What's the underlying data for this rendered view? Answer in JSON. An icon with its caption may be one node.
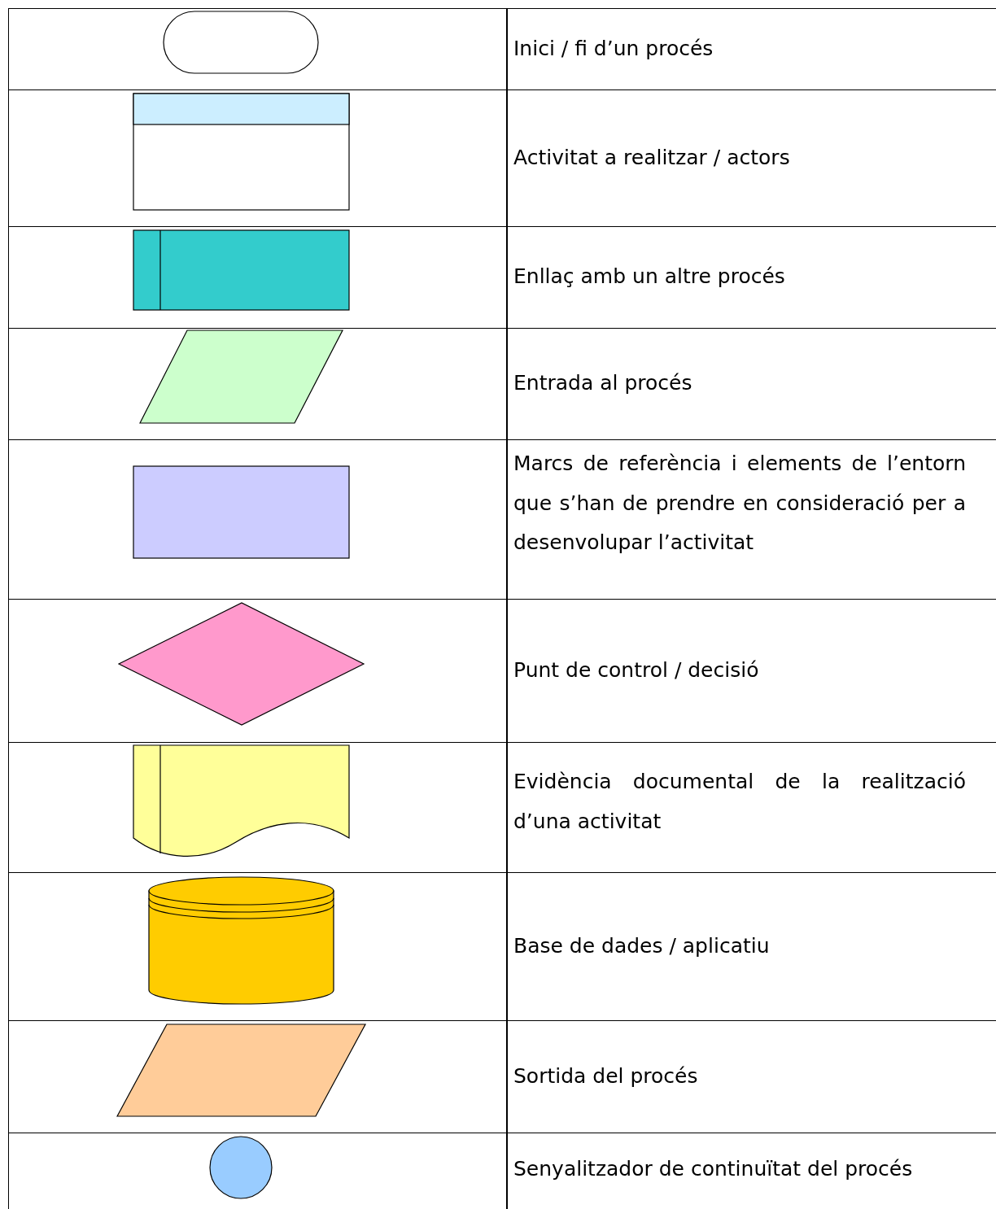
{
  "diagram": {
    "legend": [
      {
        "text": "Inici / fi d’un procés"
      },
      {
        "text": "Activitat a realitzar / actors"
      },
      {
        "text": "Enllaç amb un altre procés"
      },
      {
        "text": "Entrada al procés"
      },
      {
        "text": "Marcs de referència i elements de l’entorn que s’han de prendre en consideració per a desenvolupar l’activitat"
      },
      {
        "text": "Punt de control / decisió"
      },
      {
        "text": "Evidència documental de la realització d’una activitat"
      },
      {
        "text": "Base de dades / aplicatiu"
      },
      {
        "text": "Sortida del procés"
      },
      {
        "text": "Senyalitzador de continuïtat del procés"
      }
    ]
  }
}
